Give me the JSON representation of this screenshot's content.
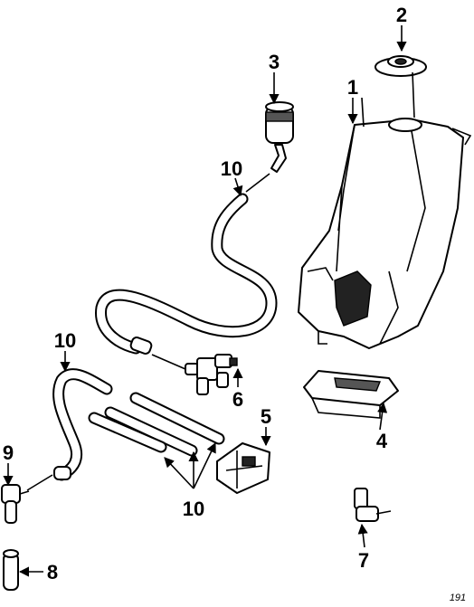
{
  "callouts": {
    "c1": "1",
    "c2": "2",
    "c3": "3",
    "c4": "4",
    "c5": "5",
    "c6": "6",
    "c7": "7",
    "c8": "8",
    "c9": "9",
    "c10a": "10",
    "c10b": "10",
    "c10c": "10"
  },
  "footer_code": "191"
}
